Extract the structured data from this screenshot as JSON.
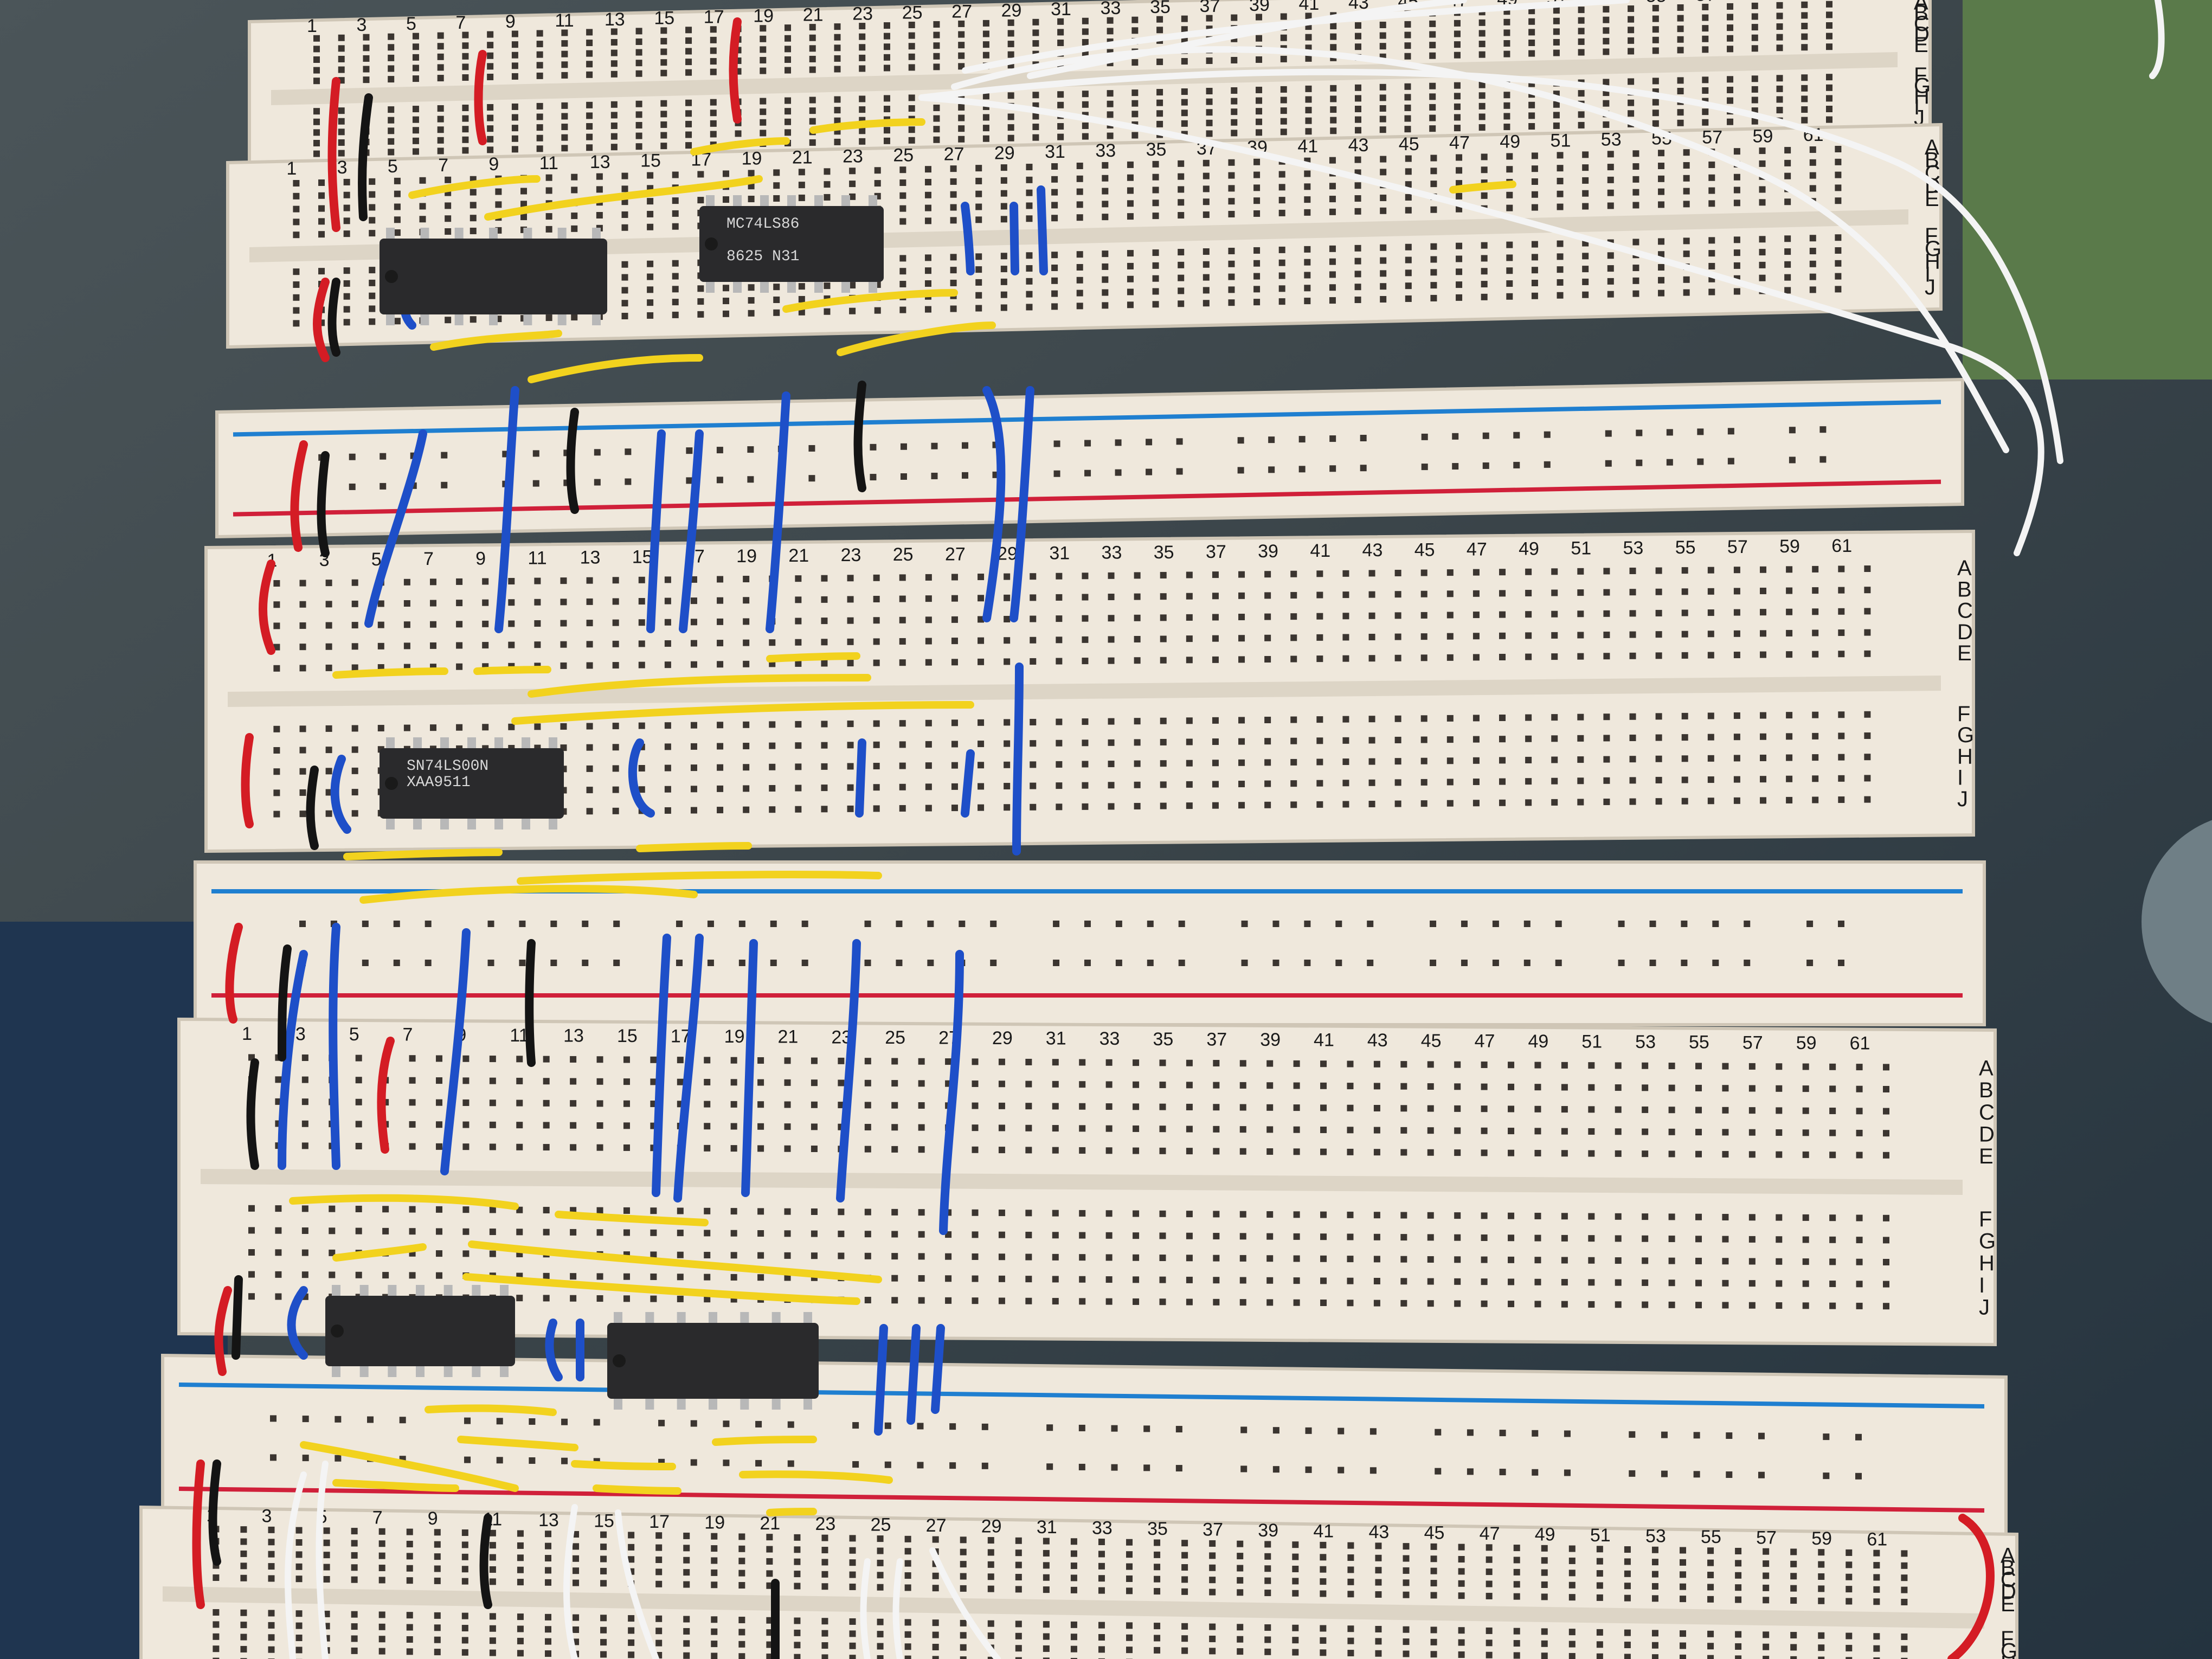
{
  "colors": {
    "board": "#efe8dc",
    "hole": "#3b3530",
    "rail_red": "#d0203a",
    "rail_blue": "#1f7fd0",
    "wire_yellow": "#f2d21e",
    "wire_blue": "#1e4fc8",
    "wire_red": "#d41c24",
    "wire_black": "#141414",
    "wire_white": "#f4f4f4",
    "chip": "#2a2a2c",
    "chip_text": "#d8d8d8"
  },
  "rows_top": "ABCDE",
  "rows_bottom": "FGHIJ",
  "chips": [
    {
      "id": "chip-mc74ls86",
      "lines": [
        "MC74LS86",
        "",
        "8625 N31"
      ]
    },
    {
      "id": "chip-sn74ls00",
      "lines": [
        "SN74LS00N",
        "XAA9511"
      ]
    },
    {
      "id": "chip-a",
      "lines": []
    },
    {
      "id": "chip-b",
      "lines": []
    },
    {
      "id": "chip-c",
      "lines": []
    }
  ]
}
